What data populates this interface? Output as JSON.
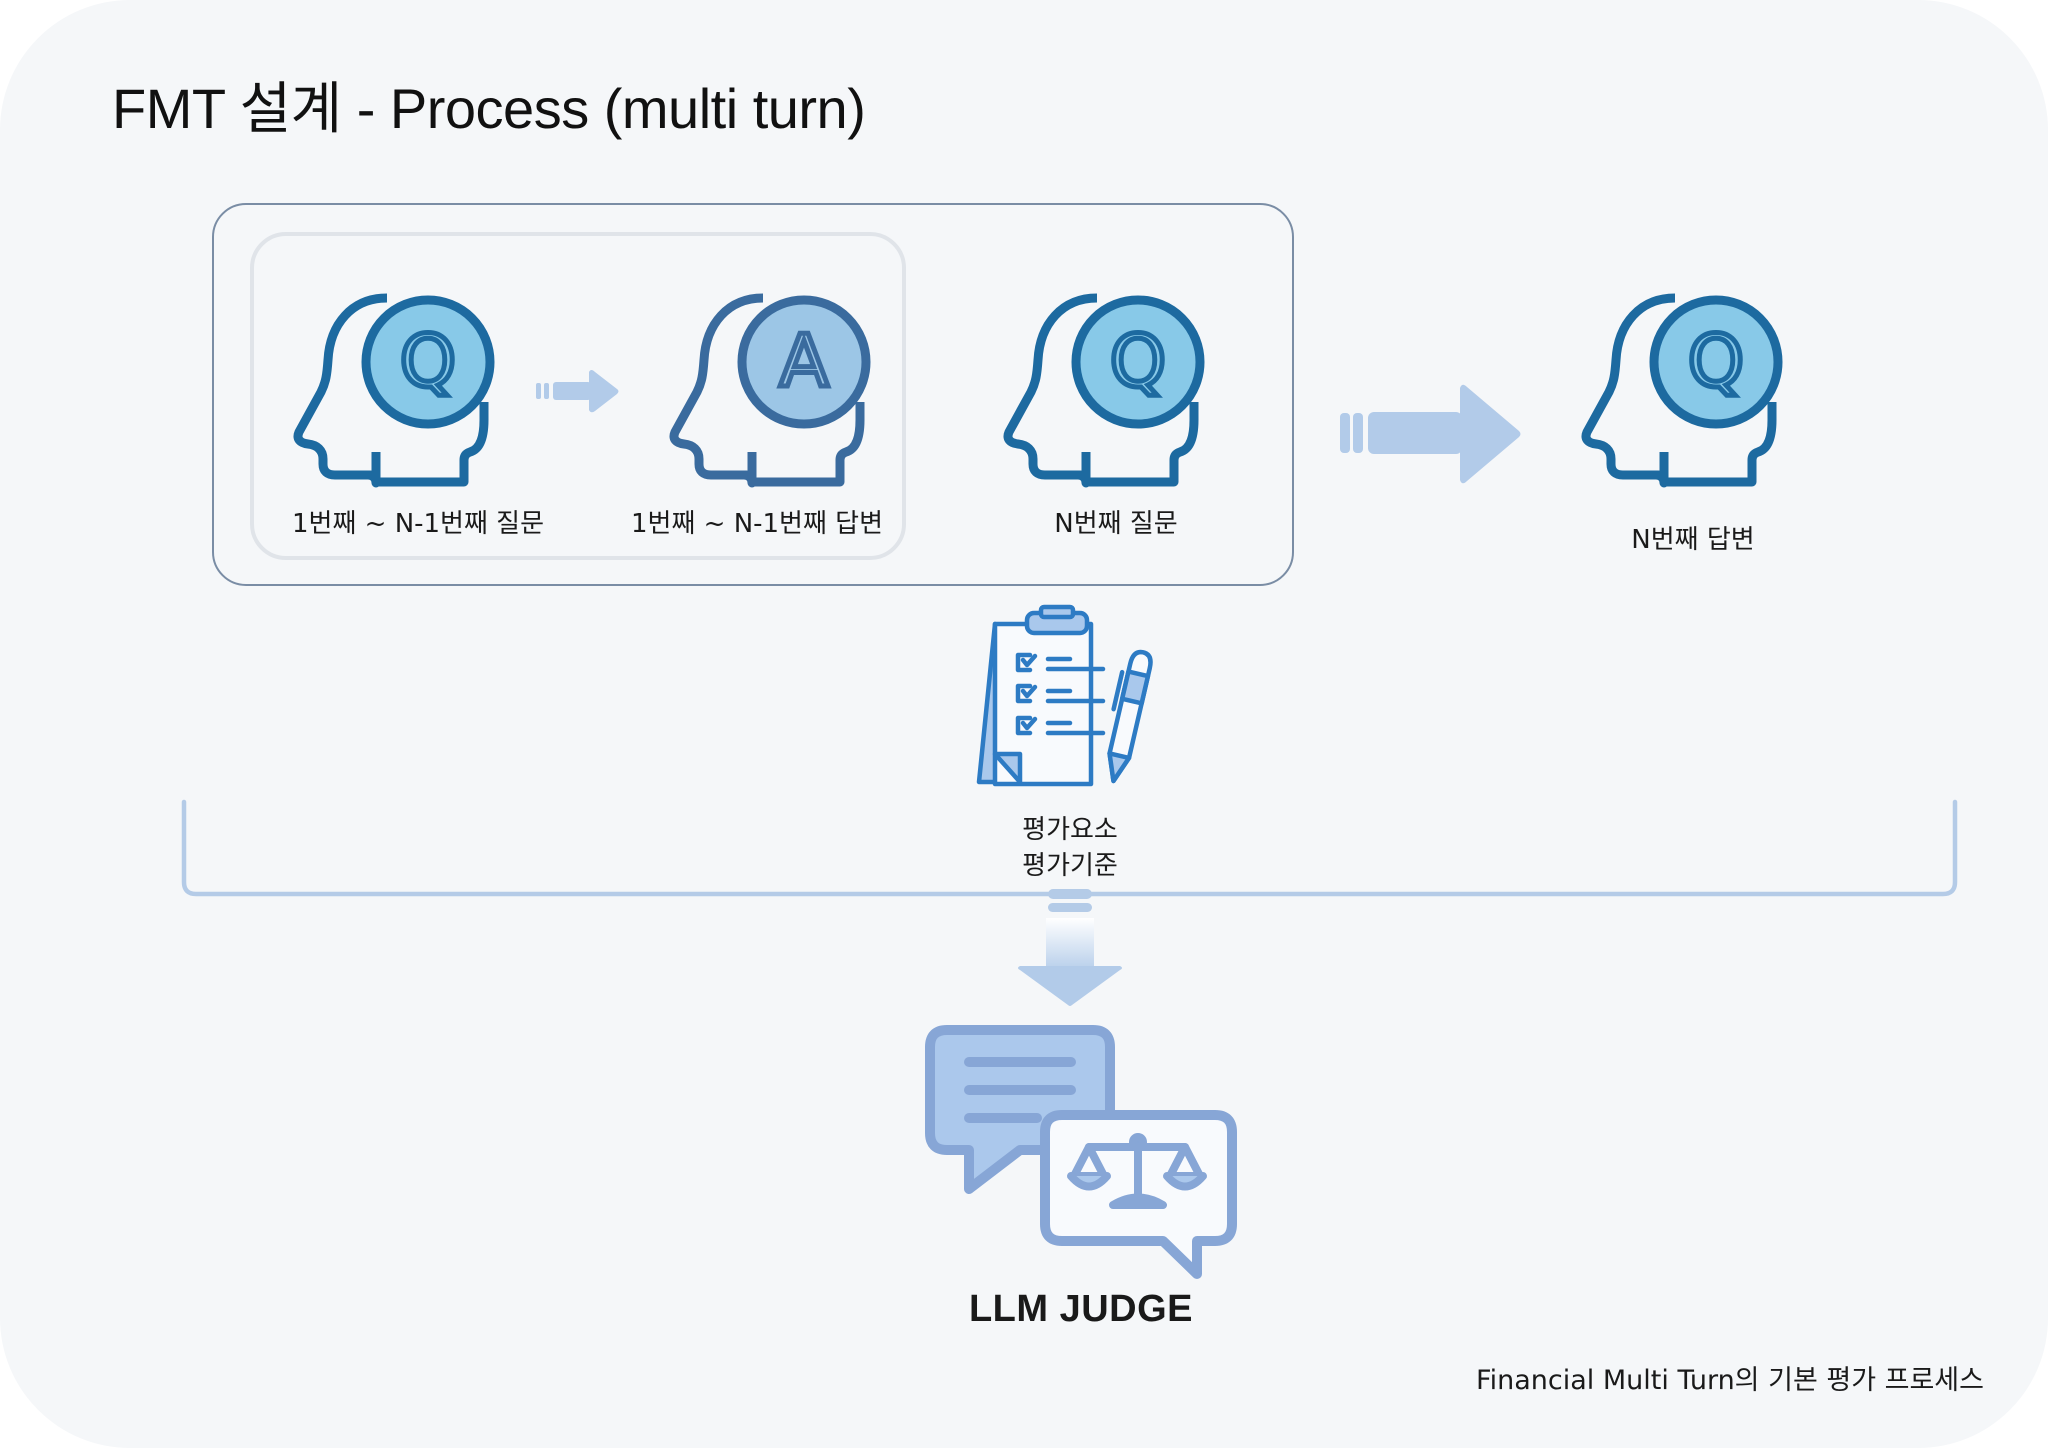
{
  "title": "FMT 설계 - Process (multi turn)",
  "colors": {
    "background": "#f5f7f9",
    "q_stroke": "#1d6aa0",
    "q_fill": "#88c9e8",
    "a_stroke": "#3a6b9e",
    "a_fill": "#9cc6e6",
    "arrow": "#b2cbe9",
    "clipboard_stroke": "#2d7bc4",
    "clipboard_fill": "#a9c8ec",
    "judge_stroke": "#87a6d6",
    "judge_fill": "#abc8ec"
  },
  "context_group": {
    "steps": [
      {
        "icon": "head-question-icon",
        "letter": "Q",
        "label": "1번째 ~ N-1번째 질문"
      },
      {
        "icon": "head-answer-icon",
        "letter": "A",
        "label": "1번째 ~ N-1번째 답변"
      },
      {
        "icon": "head-question-icon",
        "letter": "Q",
        "label": "N번째 질문"
      }
    ]
  },
  "output_step": {
    "icon": "head-question-icon",
    "letter": "Q",
    "label": "N번째 답변"
  },
  "evaluation": {
    "icon": "clipboard-checklist-icon",
    "lines": [
      "평가요소",
      "평가기준"
    ]
  },
  "judge": {
    "icon": "chat-scales-icon",
    "label": "LLM JUDGE"
  },
  "caption": "Financial Multi Turn의 기본 평가 프로세스"
}
